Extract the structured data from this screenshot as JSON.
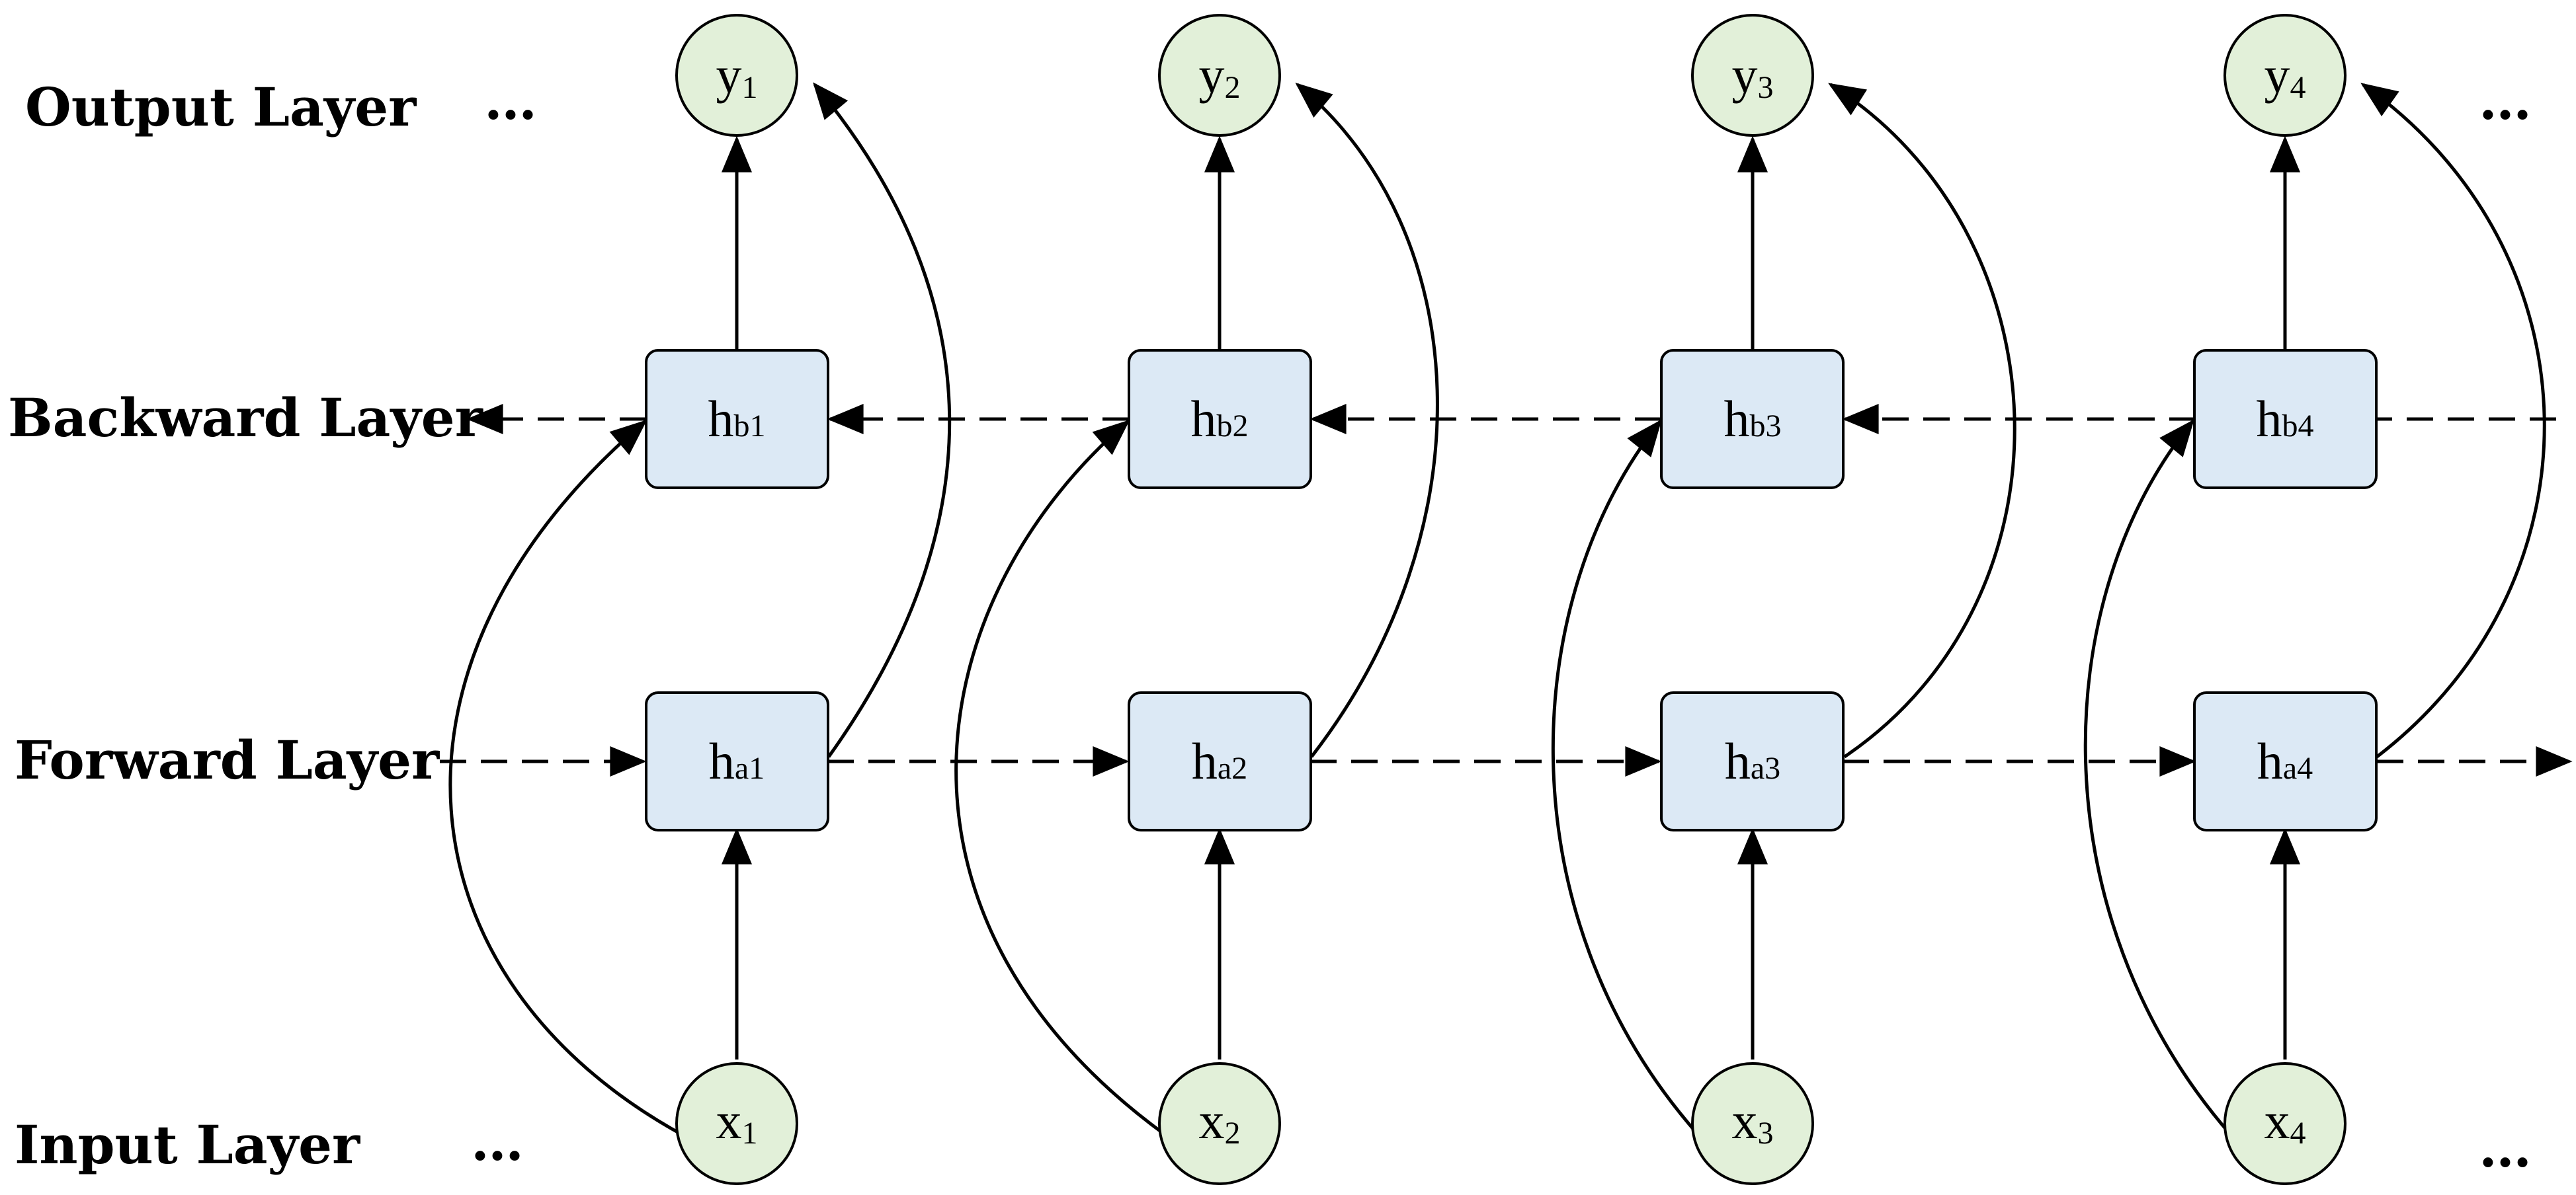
{
  "layers": {
    "output": "Output Layer",
    "backward": "Backward Layer",
    "forward": "Forward Layer",
    "input": "Input Layer"
  },
  "ellipsis": "…",
  "steps": [
    {
      "y": "y",
      "y_sub": "1",
      "hb": "h",
      "hb_sub": "b1",
      "ha": "h",
      "ha_sub": "a1",
      "x": "x",
      "x_sub": "1"
    },
    {
      "y": "y",
      "y_sub": "2",
      "hb": "h",
      "hb_sub": "b2",
      "ha": "h",
      "ha_sub": "a2",
      "x": "x",
      "x_sub": "2"
    },
    {
      "y": "y",
      "y_sub": "3",
      "hb": "h",
      "hb_sub": "b3",
      "ha": "h",
      "ha_sub": "a3",
      "x": "x",
      "x_sub": "3"
    },
    {
      "y": "y",
      "y_sub": "4",
      "hb": "h",
      "hb_sub": "b4",
      "ha": "h",
      "ha_sub": "a4",
      "x": "x",
      "x_sub": "4"
    }
  ],
  "colors": {
    "io_node_fill": "#e2f0d9",
    "hidden_node_fill": "#dce9f5",
    "stroke": "#000000"
  }
}
